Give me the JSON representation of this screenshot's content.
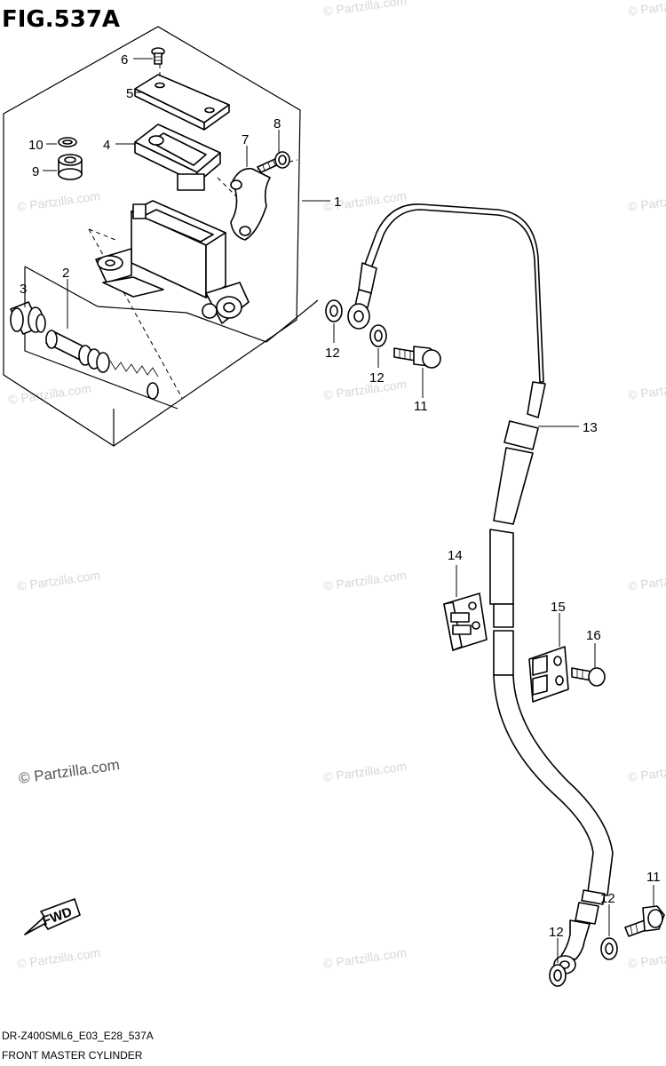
{
  "figure": {
    "title": "FIG.537A",
    "code": "DR-Z400SML6_E03_E28_537A",
    "name": "FRONT MASTER CYLINDER"
  },
  "watermark": {
    "text": "© Partzilla.com",
    "prominent_text": "© Partzilla.com"
  },
  "direction_arrow": {
    "label": "FWD"
  },
  "callouts": {
    "c1": "1",
    "c2": "2",
    "c3": "3",
    "c4": "4",
    "c5": "5",
    "c6": "6",
    "c7": "7",
    "c8": "8",
    "c9": "9",
    "c10": "10",
    "c11a": "11",
    "c11b": "11",
    "c12a": "12",
    "c12b": "12",
    "c12c": "12",
    "c12d": "12",
    "c13": "13",
    "c14": "14",
    "c15": "15",
    "c16": "16"
  }
}
